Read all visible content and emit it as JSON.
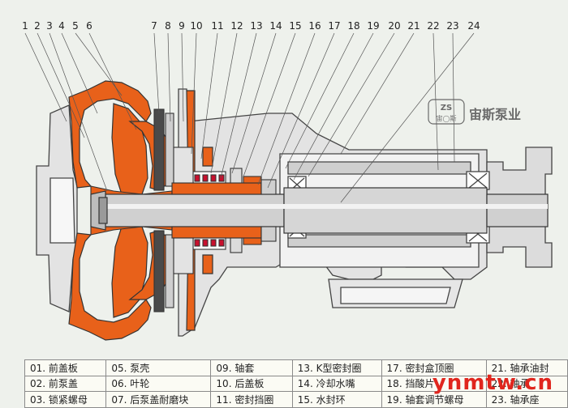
{
  "callouts": [
    "1",
    "2",
    "3",
    "4",
    "5",
    "6",
    "7",
    "8",
    "9",
    "10",
    "11",
    "12",
    "13",
    "14",
    "15",
    "16",
    "17",
    "18",
    "19",
    "20",
    "21",
    "22",
    "23",
    "24"
  ],
  "brand": {
    "logo_mark": "ZS",
    "logo_sub": "宙◯斯",
    "name": "宙斯泵业"
  },
  "watermark": "ynmtw.cn",
  "colors": {
    "casing": "#e8611a",
    "metal": "#d9d9d9",
    "outline": "#3a3a3a",
    "seal_red": "#c8102e"
  },
  "legend": [
    [
      "01. 前盖板",
      "05. 泵壳",
      "09. 轴套",
      "13. K型密封圈",
      "17. 密封盒顶圈",
      "21. 轴承油封"
    ],
    [
      "02. 前泵盖",
      "06. 叶轮",
      "10. 后盖板",
      "14. 冷却水嘴",
      "18. 挡酸片",
      "22. 轴承"
    ],
    [
      "03. 锁紧螺母",
      "07. 后泵盖耐磨块",
      "11. 密封挡圈",
      "15. 水封环",
      "19. 轴套调节螺母",
      "23. 轴承座"
    ]
  ]
}
